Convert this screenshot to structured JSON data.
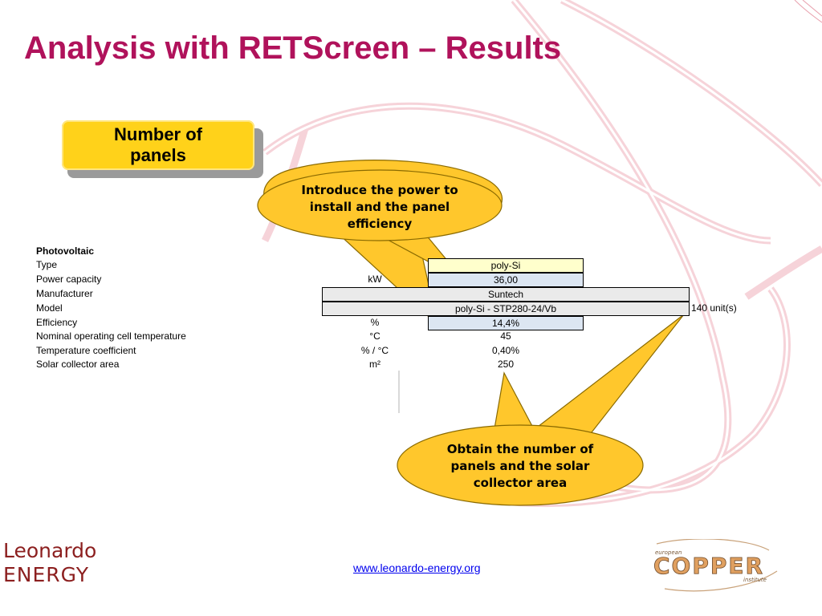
{
  "slide": {
    "title": "Analysis with RETScreen – Results",
    "tag": "Number of panels"
  },
  "callouts": {
    "top": "Introduce the power to install and the panel efficiency",
    "bottom": "Obtain the number of panels and the solar collector area"
  },
  "sheet": {
    "section": "Photovoltaic",
    "rows": [
      {
        "label": "Type",
        "unit": "",
        "value": "poly-Si"
      },
      {
        "label": "Power capacity",
        "unit": "kW",
        "value": "36,00"
      },
      {
        "label": "Manufacturer",
        "unit": "",
        "value": "Suntech"
      },
      {
        "label": "Model",
        "unit": "",
        "value": "poly-Si - STP280-24/Vb",
        "extra": "140 unit(s)"
      },
      {
        "label": "Efficiency",
        "unit": "%",
        "value": "14,4%"
      },
      {
        "label": "Nominal operating cell temperature",
        "unit": "°C",
        "value": "45"
      },
      {
        "label": "Temperature coefficient",
        "unit": "% / °C",
        "value": "0,40%"
      },
      {
        "label": "Solar collector area",
        "unit": "m²",
        "value": "250"
      }
    ]
  },
  "footer": {
    "url": "www.leonardo-energy.org",
    "logo_left_line1": "Leonardo",
    "logo_left_line2": "ENERGY",
    "logo_right_top": "european",
    "logo_right_main": "COPPER",
    "logo_right_bottom": "institute"
  },
  "colors": {
    "title": "#b0125b",
    "tag": "#ffd21a",
    "callout": "#ffc72c",
    "decoration": "#f4c9d0"
  }
}
